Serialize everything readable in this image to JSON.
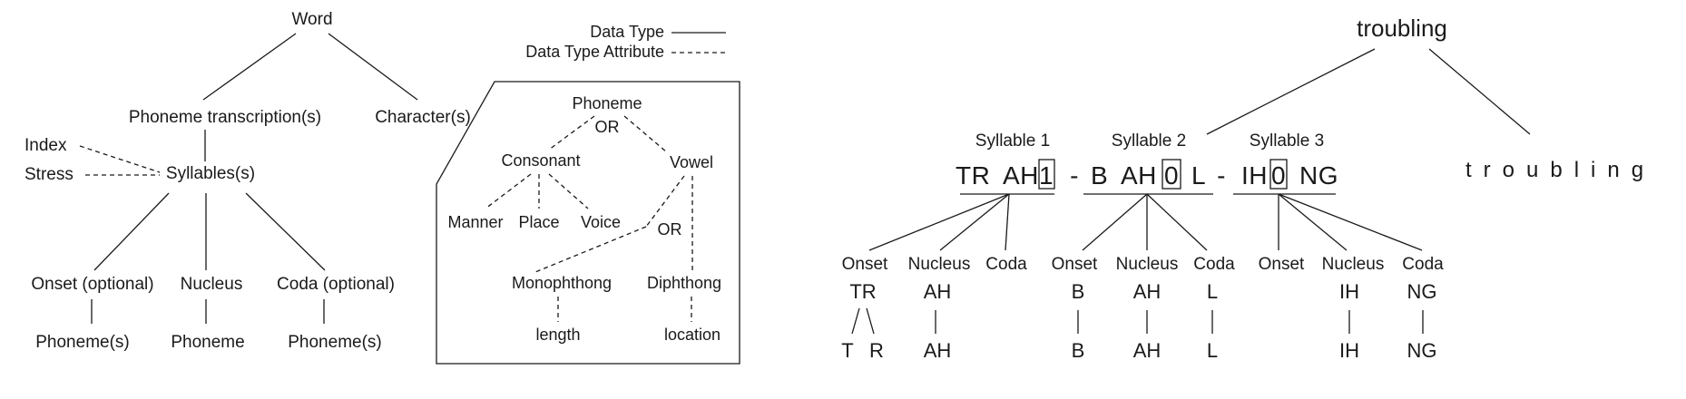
{
  "tree": {
    "word": "Word",
    "phoneme_transcriptions": "Phoneme transcription(s)",
    "characters": "Character(s)",
    "index": "Index",
    "stress": "Stress",
    "syllables": "Syllables(s)",
    "onset": "Onset (optional)",
    "nucleus": "Nucleus",
    "coda": "Coda (optional)",
    "onset_phonemes": "Phoneme(s)",
    "nucleus_phoneme": "Phoneme",
    "coda_phonemes": "Phoneme(s)"
  },
  "legend": {
    "data_type": "Data Type",
    "data_type_attribute": "Data Type Attribute"
  },
  "phoneme_box": {
    "phoneme": "Phoneme",
    "or_top": "OR",
    "consonant": "Consonant",
    "vowel": "Vowel",
    "manner": "Manner",
    "place": "Place",
    "voice": "Voice",
    "or_vowel": "OR",
    "monophthong": "Monophthong",
    "diphthong": "Diphthong",
    "length": "length",
    "location": "location"
  },
  "example": {
    "word": "troubling",
    "characters": "troubling",
    "syllable_labels": [
      "Syllable 1",
      "Syllable 2",
      "Syllable 3"
    ],
    "transcription": {
      "s1_onset": "TR",
      "s1_vowel": "AH",
      "s1_stress": "1",
      "sep1": "-",
      "s2_onset": "B",
      "s2_vowel": "AH",
      "s2_stress": "0",
      "s2_coda": "L",
      "sep2": "-",
      "s3_vowel": "IH",
      "s3_stress": "0",
      "s3_coda": "NG"
    },
    "syllables": [
      {
        "onset_label": "Onset",
        "nucleus_label": "Nucleus",
        "coda_label": "Coda",
        "onset": "TR",
        "nucleus": "AH",
        "coda": "",
        "onset_phones": [
          "T",
          "R"
        ],
        "nucleus_phones": [
          "AH"
        ],
        "coda_phones": []
      },
      {
        "onset_label": "Onset",
        "nucleus_label": "Nucleus",
        "coda_label": "Coda",
        "onset": "B",
        "nucleus": "AH",
        "coda": "L",
        "onset_phones": [
          "B"
        ],
        "nucleus_phones": [
          "AH"
        ],
        "coda_phones": [
          "L"
        ]
      },
      {
        "onset_label": "Onset",
        "nucleus_label": "Nucleus",
        "coda_label": "Coda",
        "onset": "",
        "nucleus": "IH",
        "coda": "NG",
        "onset_phones": [],
        "nucleus_phones": [
          "IH"
        ],
        "coda_phones": [
          "NG"
        ]
      }
    ]
  }
}
